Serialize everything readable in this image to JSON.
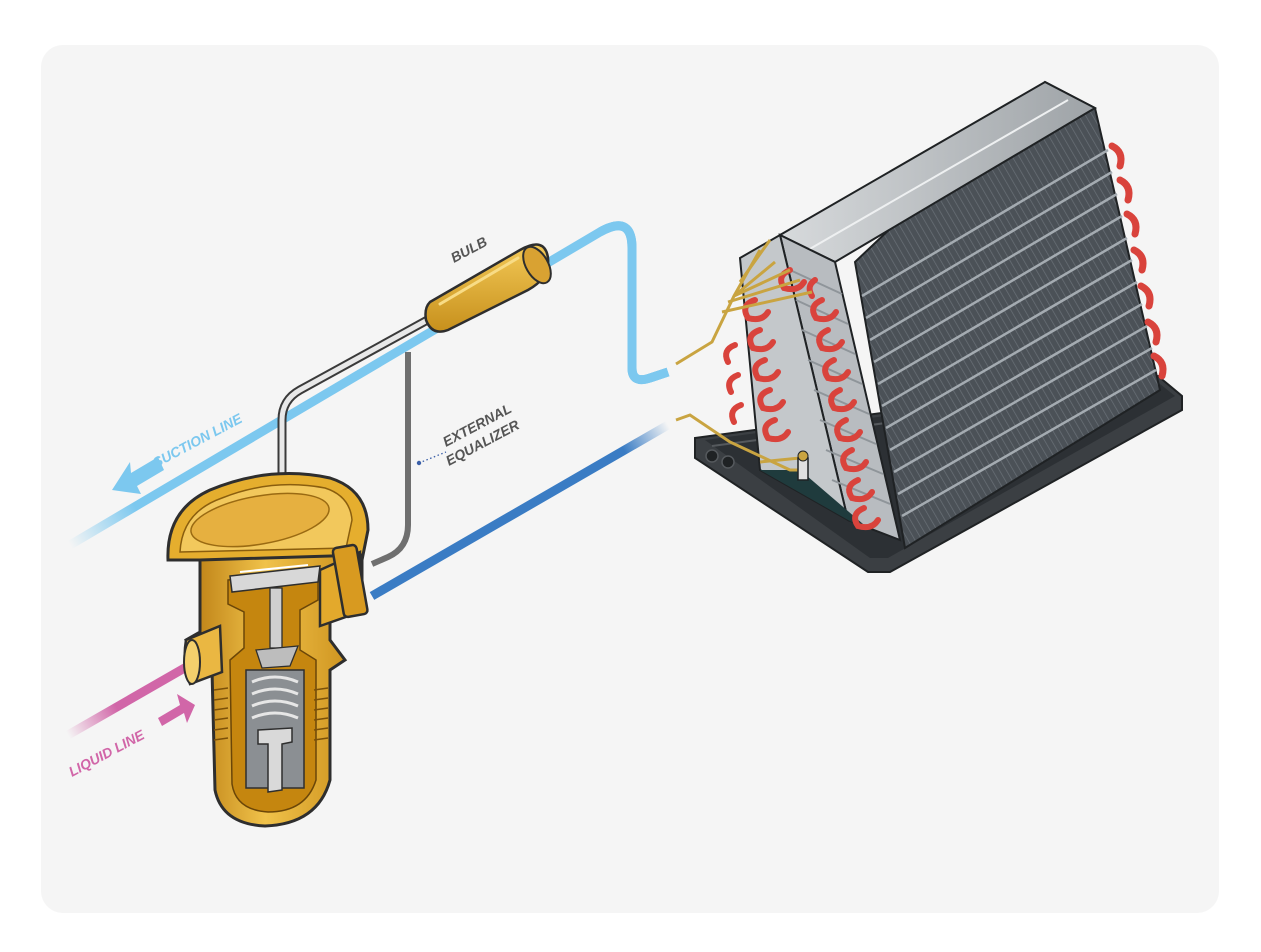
{
  "labels": {
    "bulb": "BULB",
    "suction_line": "SUCTION LINE",
    "liquid_line": "LIQUID LINE",
    "external_equalizer_1": "EXTERNAL",
    "external_equalizer_2": "EQUALIZER"
  },
  "colors": {
    "panel_bg": "#f5f5f5",
    "suction_line": "#7cc8ef",
    "liquid_line": "#d166a8",
    "discharge_line": "#3a7cc4",
    "equalizer_tube": "#7a7a7a",
    "valve_brass": "#e0a82a",
    "coil_copper": "#d9433c",
    "coil_fins": "#4a5056",
    "label_text": "#555555"
  }
}
